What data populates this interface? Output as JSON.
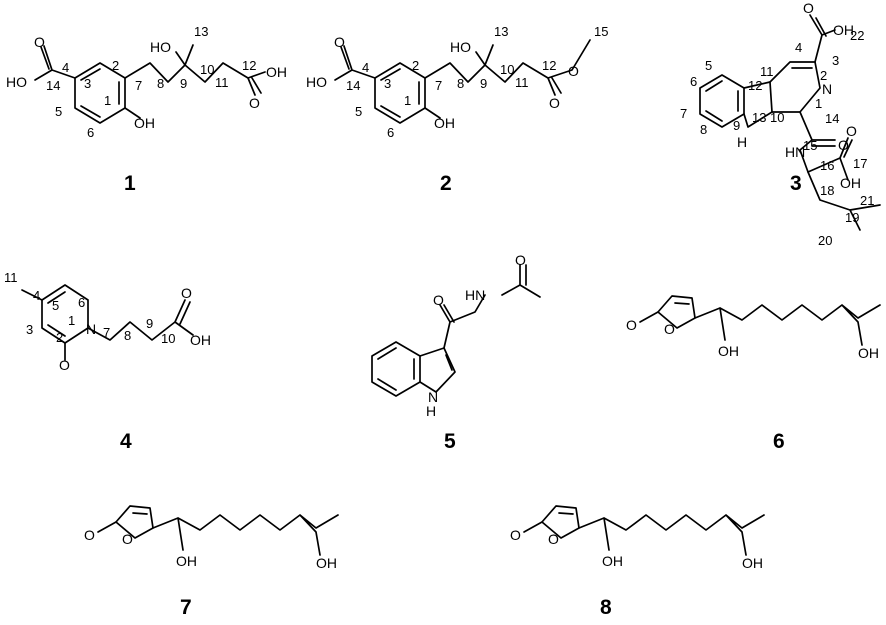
{
  "figure": {
    "compounds": [
      {
        "id": "1"
      },
      {
        "id": "2"
      },
      {
        "id": "3"
      },
      {
        "id": "4"
      },
      {
        "id": "5"
      },
      {
        "id": "6"
      },
      {
        "id": "7"
      },
      {
        "id": "8"
      }
    ],
    "atom_labels": {
      "OH": "OH",
      "HO": "HO",
      "O": "O",
      "N": "N",
      "NH": "NH",
      "HN": "HN",
      "H": "H"
    }
  }
}
